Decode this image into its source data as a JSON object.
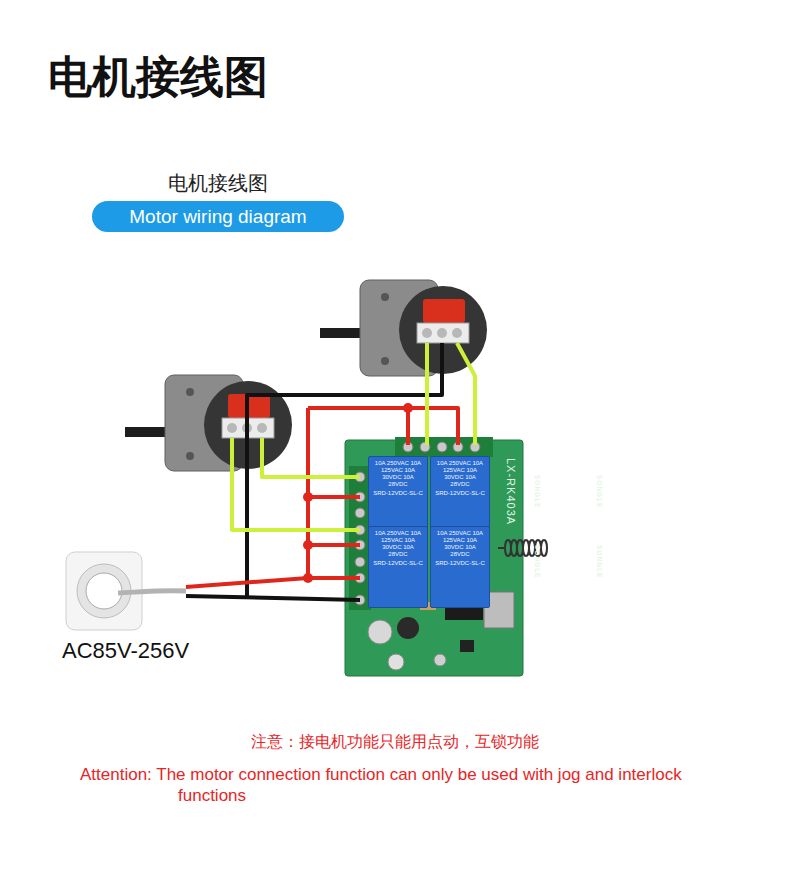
{
  "diagram": {
    "title": "电机接线图",
    "nodes": [
      {
        "text": [
          "电机接线图",
          "Motor wiring diagram"
        ]
      },
      {
        "text": [
          "LX-RK403A"
        ]
      },
      {
        "text": [
          "SONGLE",
          "10A 250VAC 10A 125VAC 10A 30VDC 10A 28VDC",
          "SRD-12VDC-SL-C"
        ],
        "in": 1
      },
      {
        "text": [
          "SONGLE",
          "10A 250VAC 10A 125VAC 10A 30VDC 10A 28VDC",
          "SRD-12VDC-SL-C"
        ],
        "in": 1
      },
      {
        "text": [
          "SONGLE",
          "10A 250VAC 10A 125VAC 10A 30VDC 10A 28VDC",
          "SRD-12VDC-SL-C"
        ],
        "in": 1
      },
      {
        "text": [
          "SONGLE",
          "10A 250VAC 10A 125VAC 10A 30VDC 10A 28VDC",
          "SRD-12VDC-SL-C"
        ],
        "in": 1
      }
    ],
    "labels": [
      "AC85V-256V",
      "注意：接电机功能只能用点动，互锁功能",
      "Attention: The motor connection function can only be used with jog and interlock functions"
    ]
  }
}
